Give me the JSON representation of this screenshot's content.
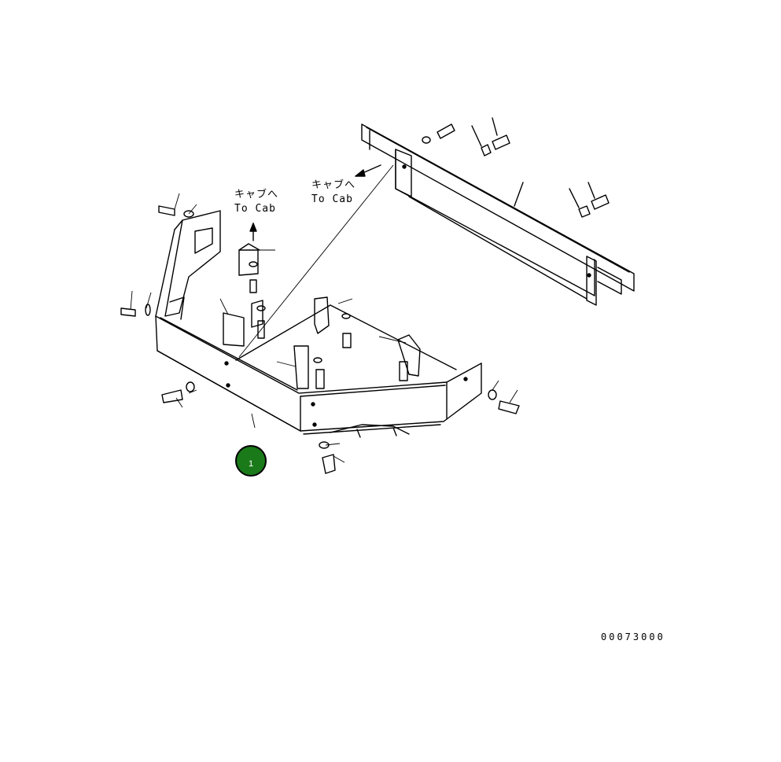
{
  "labels": {
    "to_cab_jp": "キャブへ",
    "to_cab_en": "To Cab"
  },
  "callout": {
    "number": "1",
    "color": "#1a7a1a"
  },
  "drawing_code": "00073000"
}
